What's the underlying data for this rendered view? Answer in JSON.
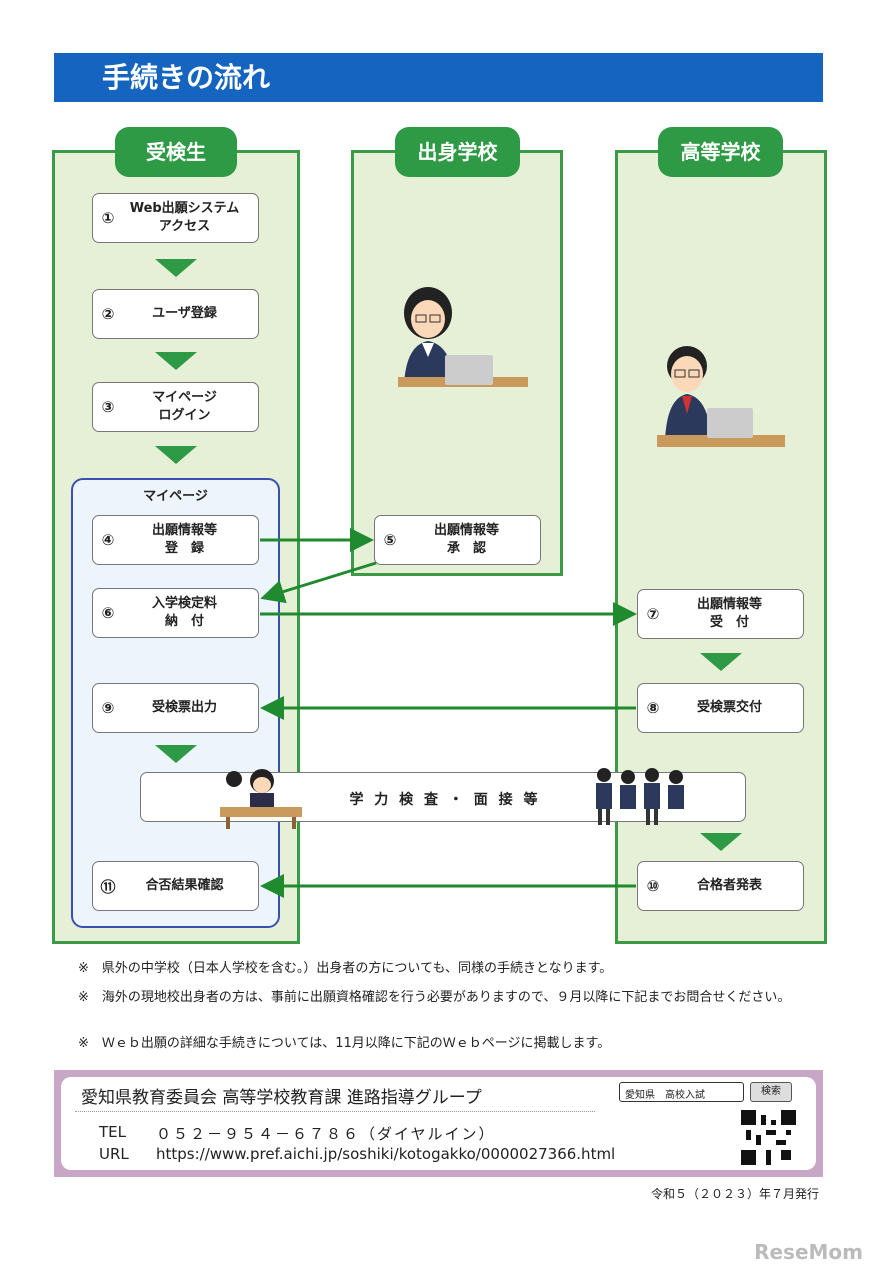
{
  "title": "手続きの流れ",
  "columns": {
    "student": "受検生",
    "middle_school": "出身学校",
    "high_school": "高等学校"
  },
  "mypage_label": "マイページ",
  "steps": {
    "s1": {
      "num": "①",
      "text": "Web出願システム\nアクセス"
    },
    "s2": {
      "num": "②",
      "text": "ユーザ登録"
    },
    "s3": {
      "num": "③",
      "text": "マイページ\nログイン"
    },
    "s4": {
      "num": "④",
      "text": "出願情報等\n登　録"
    },
    "s5": {
      "num": "⑤",
      "text": "出願情報等\n承　認"
    },
    "s6": {
      "num": "⑥",
      "text": "入学検定料\n納　付"
    },
    "s7": {
      "num": "⑦",
      "text": "出願情報等\n受　付"
    },
    "s8": {
      "num": "⑧",
      "text": "受検票交付"
    },
    "s9": {
      "num": "⑨",
      "text": "受検票出力"
    },
    "s10": {
      "num": "⑩",
      "text": "合格者発表"
    },
    "s11": {
      "num": "⑪",
      "text": "合否結果確認"
    }
  },
  "exam": "学 力 検 査 ・ 面 接 等",
  "notes": [
    "※　県外の中学校（日本人学校を含む。）出身者の方についても、同様の手続きとなります。",
    "※　海外の現地校出身者の方は、事前に出願資格確認を行う必要がありますので、９月以降に下記までお問合せください。",
    "※　Ｗｅｂ出願の詳細な手続きについては、11月以降に下記のＷｅｂページに掲載します。"
  ],
  "contact": {
    "org": "愛知県教育委員会 高等学校教育課 進路指導グループ",
    "tel_label": "TEL",
    "tel": "０５２－９５４－６７８６（ダイヤルイン）",
    "url_label": "URL",
    "url": "https://www.pref.aichi.jp/soshiki/kotogakko/0000027366.html",
    "search_query": "愛知県　高校入試",
    "search_button": "検索"
  },
  "issued": "令和５（２０２３）年７月発行",
  "watermark": "ReseMom",
  "colors": {
    "title_blue": "#1565c0",
    "green": "#2f9a45",
    "col_fill": "#e6f0d6",
    "mypage_border": "#3b4fb0",
    "footer_border": "#c7a6c6"
  }
}
